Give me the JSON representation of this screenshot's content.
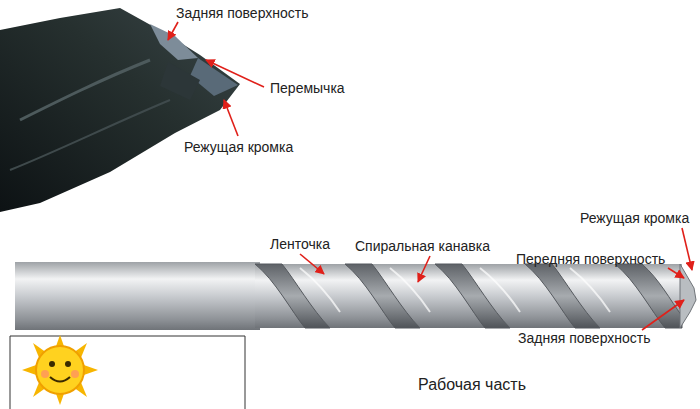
{
  "diagram": {
    "labels": [
      "Задняя поверхность",
      "Перемычка",
      "Режущая кромка",
      "Ленточка",
      "Спиральная канавка",
      "Режущая кромка",
      "Передняя поверхность",
      "Задняя поверхность",
      "Рабочая часть"
    ]
  }
}
